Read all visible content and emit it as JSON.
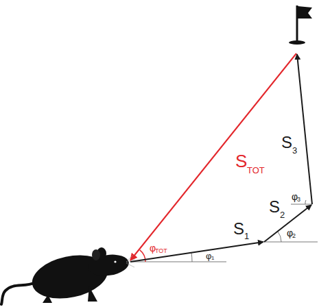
{
  "diagram": {
    "labels": [
      "S",
      "TOT",
      "S",
      "3",
      "φ",
      "3",
      "S",
      "2",
      "φ",
      "2",
      "S",
      "1",
      "φ",
      "TOT",
      "φ",
      "1"
    ]
  }
}
